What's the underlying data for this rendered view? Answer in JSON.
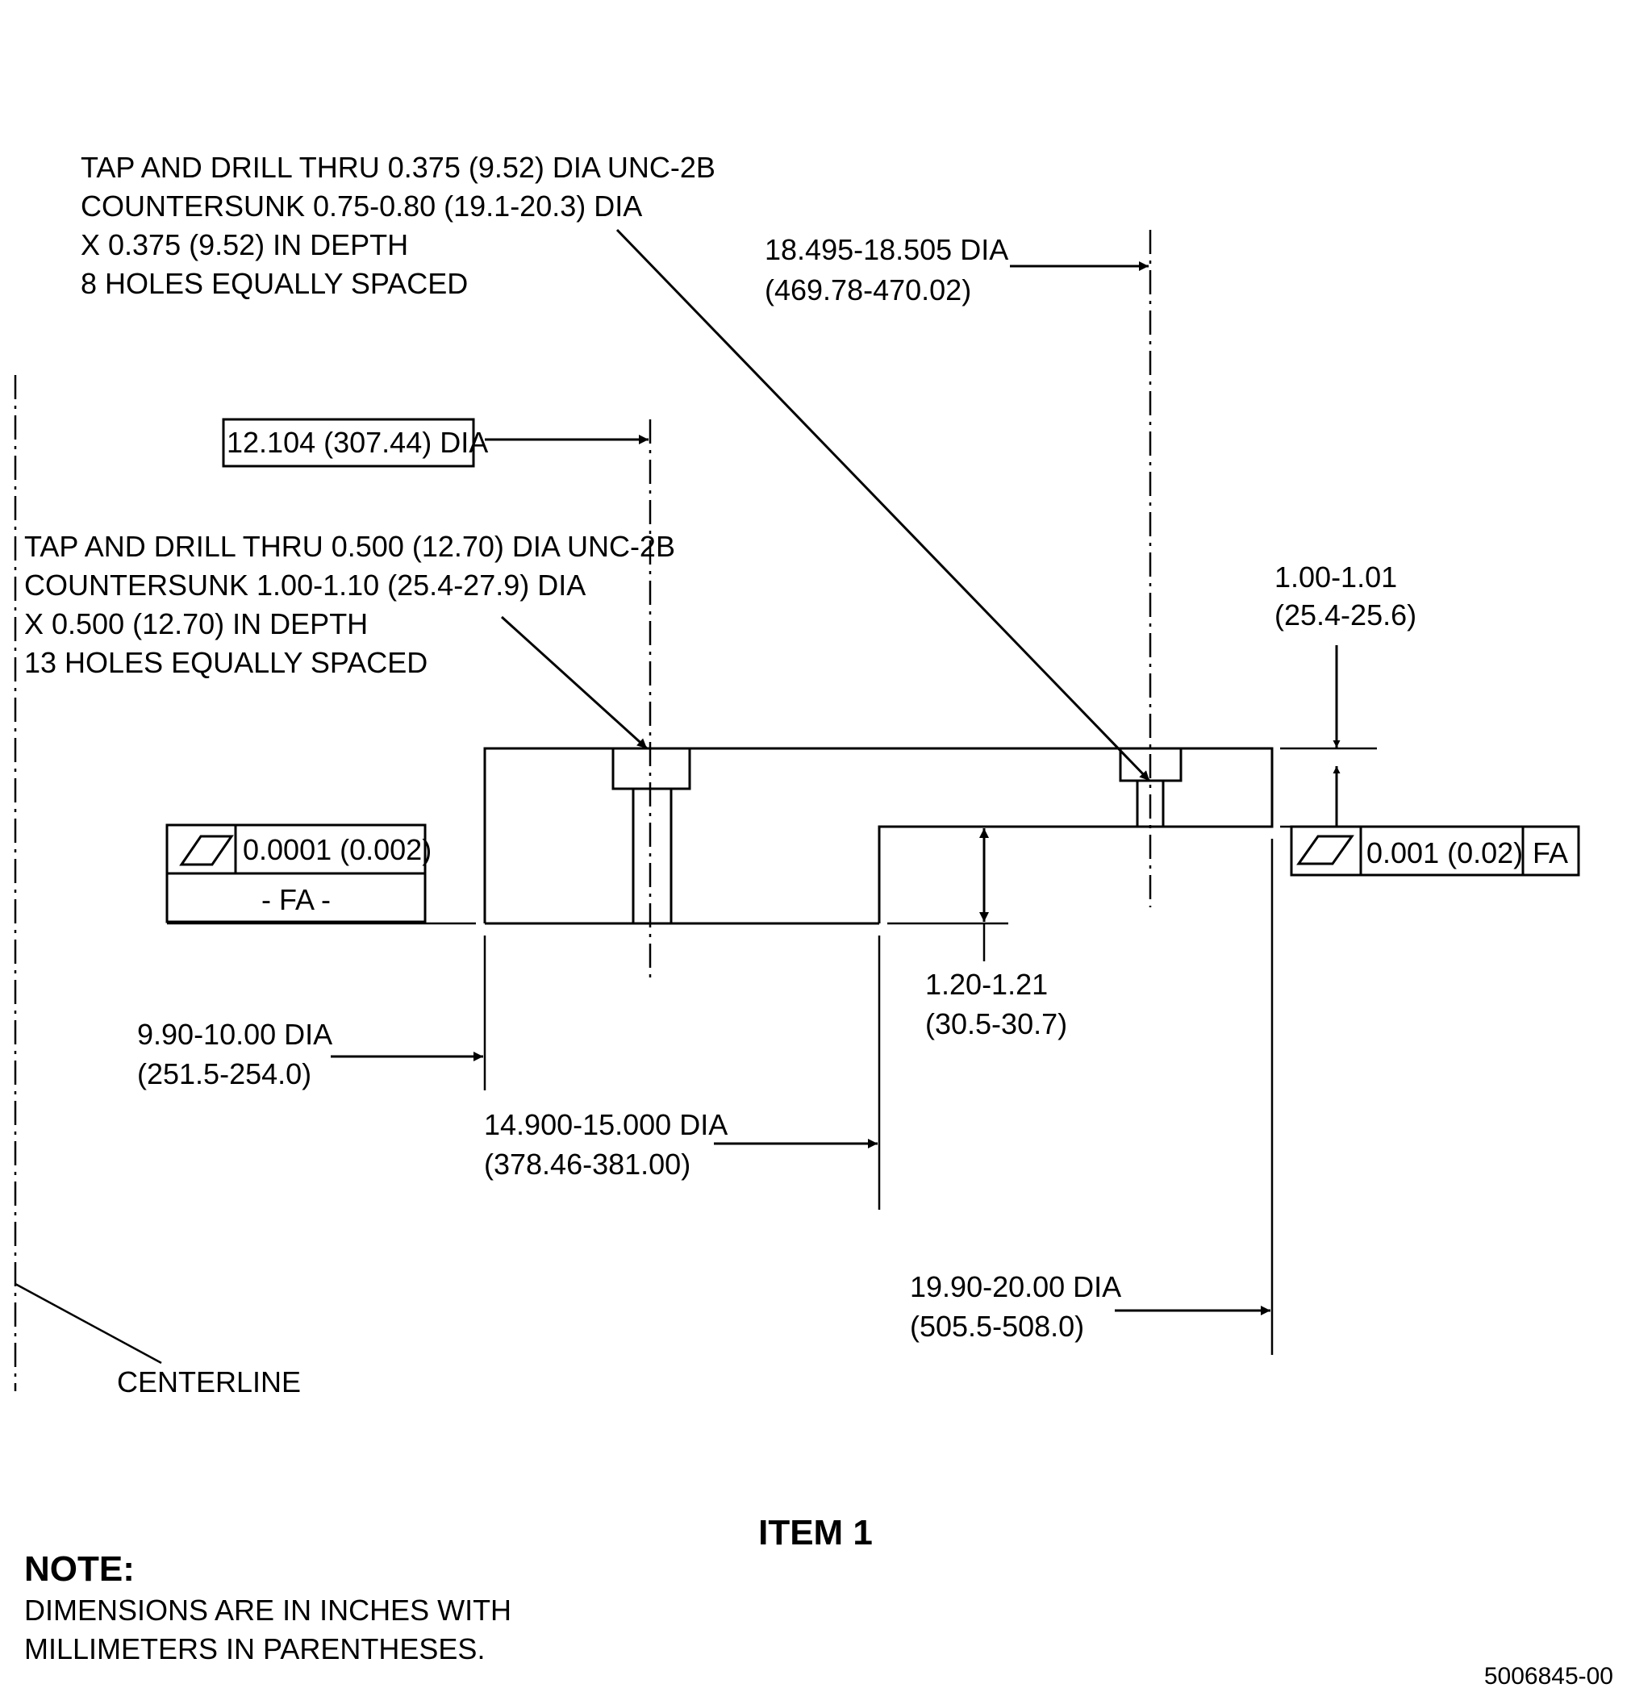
{
  "callouts": {
    "tap_8": [
      "TAP AND DRILL THRU 0.375 (9.52) DIA UNC-2B",
      "COUNTERSUNK 0.75-0.80 (19.1-20.3) DIA",
      "X 0.375 (9.52) IN DEPTH",
      "8 HOLES EQUALLY SPACED"
    ],
    "tap_13": [
      "TAP AND DRILL THRU 0.500 (12.70) DIA UNC-2B",
      "COUNTERSUNK 1.00-1.10 (25.4-27.9) DIA",
      "X 0.500 (12.70) IN DEPTH",
      "13 HOLES EQUALLY SPACED"
    ]
  },
  "dimensions": {
    "dia_18495": [
      "18.495-18.505 DIA",
      "(469.78-470.02)"
    ],
    "dia_12104_boxed": "12.104 (307.44) DIA",
    "thick_100": [
      "1.00-1.01",
      "(25.4-25.6)"
    ],
    "thick_120": [
      "1.20-1.21",
      "(30.5-30.7)"
    ],
    "dia_990": [
      "9.90-10.00 DIA",
      "(251.5-254.0)"
    ],
    "dia_14900": [
      "14.900-15.000 DIA",
      "(378.46-381.00)"
    ],
    "dia_1990": [
      "19.90-20.00 DIA",
      "(505.5-508.0)"
    ]
  },
  "gdt": {
    "left": {
      "tolerance": "0.0001 (0.002)",
      "datum_label": "- FA -"
    },
    "right": {
      "tolerance": "0.001 (0.02)",
      "datum_ref": "FA"
    }
  },
  "labels": {
    "centerline": "CENTERLINE",
    "item": "ITEM 1",
    "note_title": "NOTE:",
    "note_lines": [
      "DIMENSIONS ARE IN INCHES WITH",
      "MILLIMETERS IN PARENTHESES."
    ],
    "drawing_number": "5006845-00"
  },
  "icons": [
    "flatness-symbol-icon"
  ]
}
